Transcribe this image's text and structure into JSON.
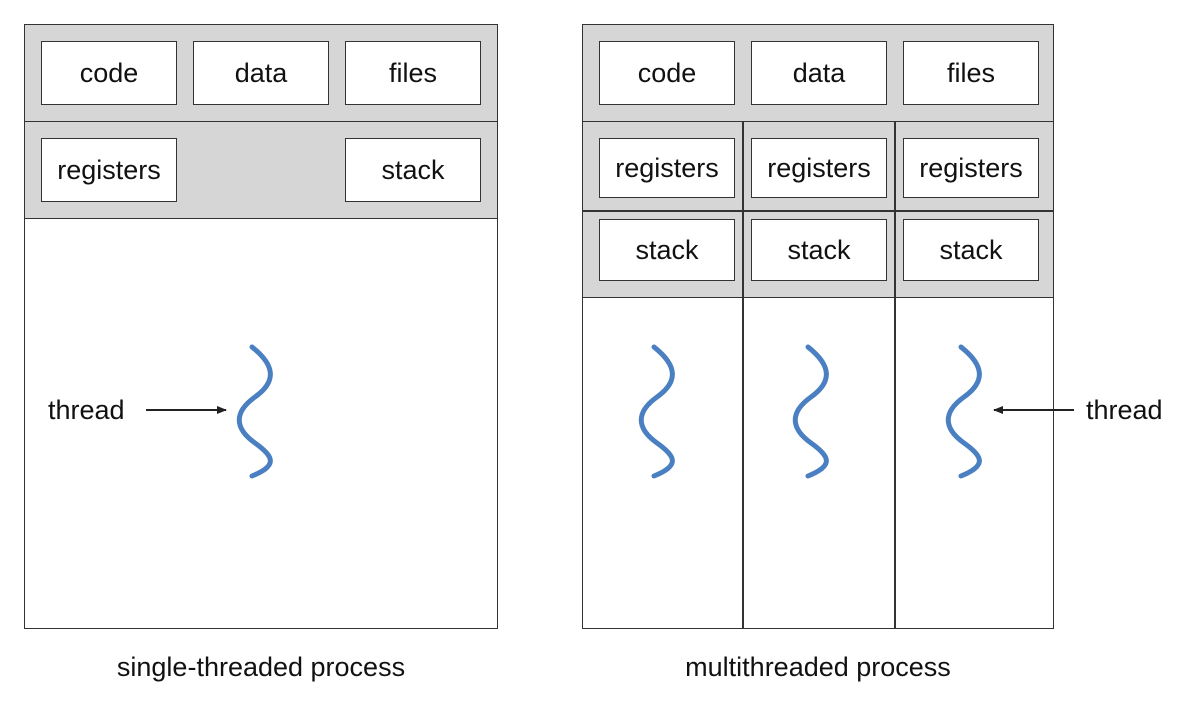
{
  "colors": {
    "band": "#d6d6d6",
    "border": "#333333",
    "thread": "#4a7fc1",
    "text": "#111111"
  },
  "single": {
    "shared": [
      "code",
      "data",
      "files"
    ],
    "registers": "registers",
    "stack": "stack",
    "thread_label": "thread",
    "caption": "single-threaded process"
  },
  "multi": {
    "shared": [
      "code",
      "data",
      "files"
    ],
    "threads": [
      {
        "registers": "registers",
        "stack": "stack"
      },
      {
        "registers": "registers",
        "stack": "stack"
      },
      {
        "registers": "registers",
        "stack": "stack"
      }
    ],
    "thread_label": "thread",
    "caption": "multithreaded process"
  }
}
